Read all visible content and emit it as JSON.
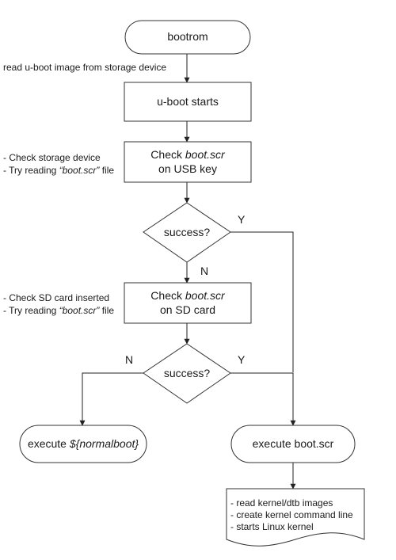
{
  "diagram": {
    "nodes": {
      "bootrom": {
        "label": "bootrom"
      },
      "uboot_starts": {
        "label": "u-boot starts"
      },
      "check_usb": {
        "line1_prefix": "Check ",
        "line1_italic": "boot.scr",
        "line2": "on USB key"
      },
      "decision_usb": {
        "label": "success?"
      },
      "check_sd": {
        "line1_prefix": "Check ",
        "line1_italic": "boot.scr",
        "line2": "on SD card"
      },
      "decision_sd": {
        "label": "success?"
      },
      "exec_normalboot": {
        "prefix": "execute ",
        "italic": "${normalboot}"
      },
      "exec_bootscr": {
        "label": "execute boot.scr"
      },
      "bootscr_doc": {
        "lines": [
          "- read kernel/dtb images",
          "- create kernel command line",
          "- starts Linux kernel"
        ]
      }
    },
    "notes": {
      "read_uboot": "read u-boot image from storage device",
      "usb": {
        "line1": "- Check storage device",
        "line2_prefix": "- Try reading ",
        "line2_italic": "“boot.scr”",
        "line2_suffix": " file"
      },
      "sd": {
        "line1": "- Check SD card inserted",
        "line2_prefix": "- Try reading ",
        "line2_italic": "“boot.scr”",
        "line2_suffix": " file"
      }
    },
    "edge_labels": {
      "usb_yes": "Y",
      "usb_no": "N",
      "sd_no": "N",
      "sd_yes": "Y"
    }
  }
}
